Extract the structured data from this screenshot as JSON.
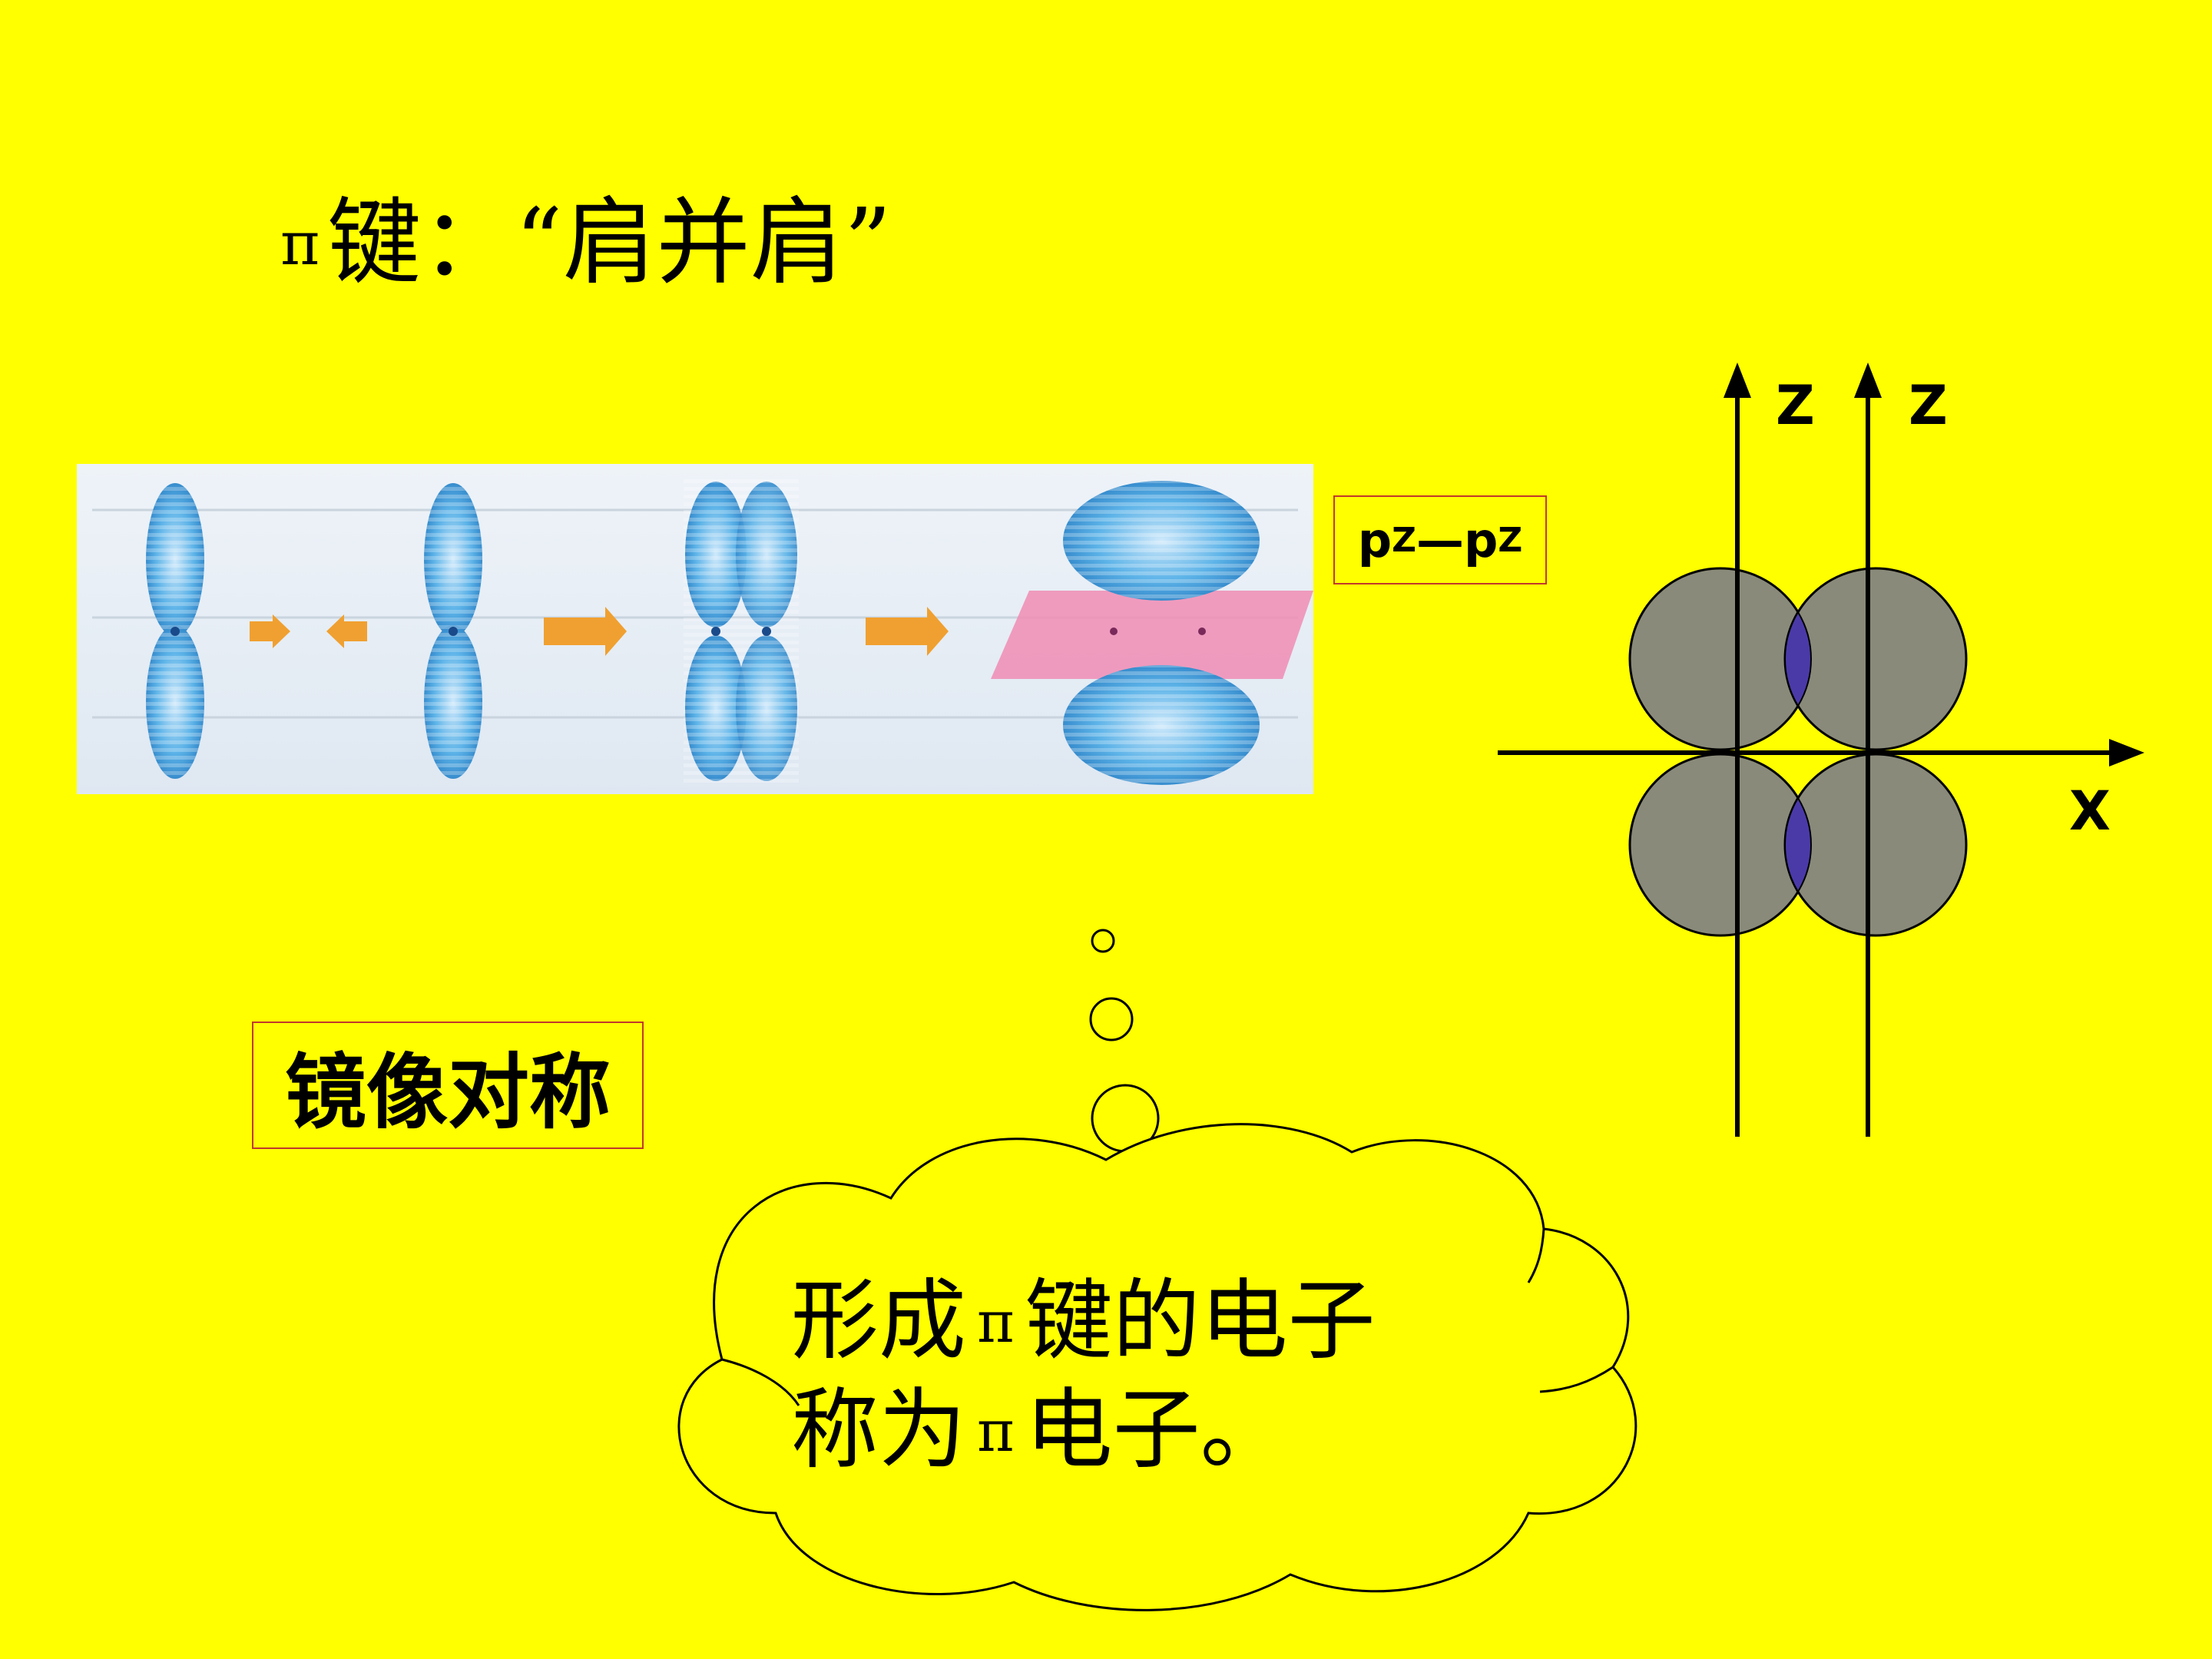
{
  "title": {
    "symbol": "π",
    "text": "键：“肩并肩”"
  },
  "pz_label": {
    "p1": "p",
    "s1": "Z",
    "dash": "—",
    "p2": "p",
    "s2": "Z"
  },
  "mirror_label": "镜像对称",
  "axes": {
    "z_left": "Z",
    "z_right": "Z",
    "x": "X"
  },
  "cloud": {
    "line1_a": "形成",
    "line1_pi": "π",
    "line1_b": "键的电子",
    "line2_a": "称为",
    "line2_pi": "π",
    "line2_b": "电子。"
  },
  "colors": {
    "background": "#FFFF00",
    "lobe": "#8a8a7a",
    "overlap": "#4a3aa8",
    "orbital_blue": "#3a9ad9",
    "arrow_orange": "#f0a030",
    "plane_pink": "#f08cb4",
    "label_border": "#c0392b"
  }
}
